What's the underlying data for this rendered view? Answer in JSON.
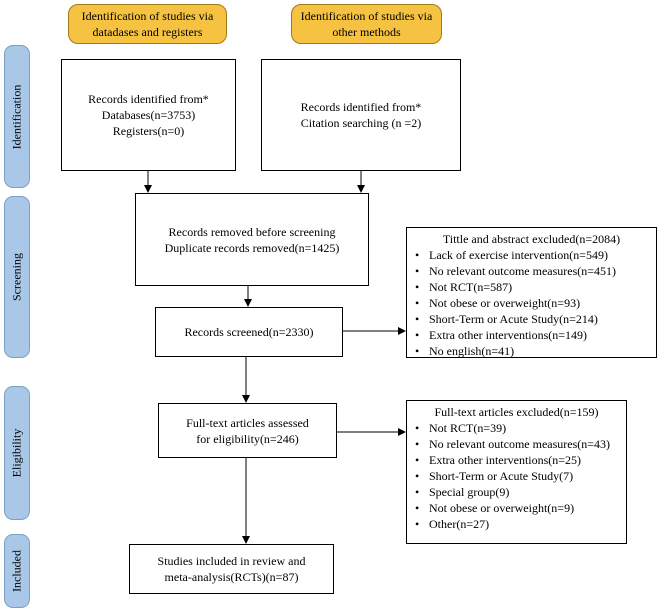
{
  "headers": {
    "databases": [
      "Identification of studies via",
      "datadases and registers"
    ],
    "other": [
      "Identification of studies via",
      "other methods"
    ]
  },
  "stages": {
    "identification": "Identification",
    "screening": "Screening",
    "eligibility": "Eligibility",
    "included": "Included"
  },
  "boxes": {
    "records_db": [
      "Records identified from*",
      "Databases(n=3753)",
      "Registers(n=0)"
    ],
    "records_other": [
      "Records identified from*",
      "Citation searching (n =2)"
    ],
    "removed": [
      "Records removed before screening",
      "Duplicate records removed(n=1425)"
    ],
    "screened": [
      "Records screened(n=2330)"
    ],
    "fulltext": [
      "Full-text articles assessed",
      "for eligibility(n=246)"
    ],
    "included": [
      "Studies included in review and",
      "meta-analysis(RCTs)(n=87)"
    ]
  },
  "exclusions": {
    "title_abstract": {
      "title": "Tittle and abstract excluded(n=2084)",
      "items": [
        "Lack of exercise intervention(n=549)",
        "No relevant outcome measures(n=451)",
        "Not RCT(n=587)",
        "Not obese or overweight(n=93)",
        "Short-Term or Acute Study(n=214)",
        "Extra other interventions(n=149)",
        "No english(n=41)"
      ]
    },
    "fulltext": {
      "title": "Full-text articles excluded(n=159)",
      "items": [
        "Not RCT(n=39)",
        "No relevant outcome measures(n=43)",
        "Extra other interventions(n=25)",
        "Short-Term or Acute Study(7)",
        "Special group(9)",
        "Not obese or overweight(n=9)",
        "Other(n=27)"
      ]
    }
  },
  "colors": {
    "header_fill": "#f5c242",
    "stage_fill": "#a9c7e6",
    "line": "#000000"
  }
}
